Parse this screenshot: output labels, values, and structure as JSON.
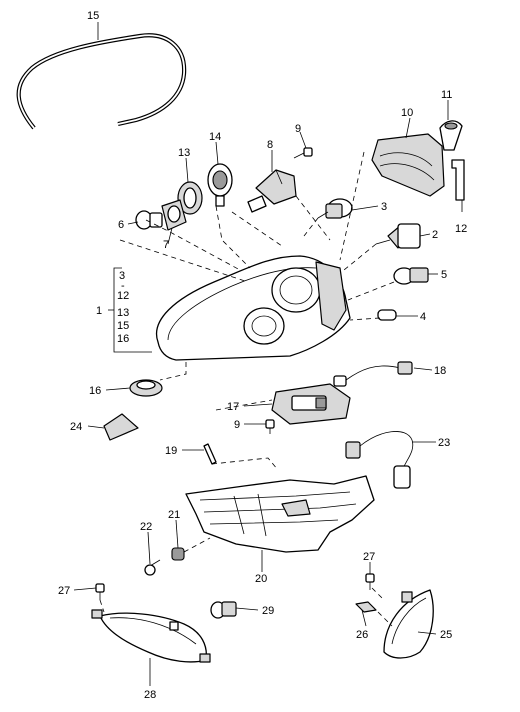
{
  "labels": {
    "l1": "1",
    "l2": "2",
    "l3": "3",
    "l4": "4",
    "l5": "5",
    "l6": "6",
    "l7": "7",
    "l8": "8",
    "l9a": "9",
    "l9b": "9",
    "l10": "10",
    "l11": "11",
    "l12": "12",
    "l13": "13",
    "l14": "14",
    "l15": "15",
    "l16": "16",
    "l17": "17",
    "l18": "18",
    "l19": "19",
    "l20": "20",
    "l21": "21",
    "l22": "22",
    "l23": "23",
    "l24": "24",
    "l25": "25",
    "l26": "26",
    "l27a": "27",
    "l27b": "27",
    "l28": "28",
    "l29": "29"
  },
  "group_list": {
    "b3": "3",
    "dash": "-",
    "b12": "12",
    "b13": "13",
    "b15": "15",
    "b16": "16"
  }
}
